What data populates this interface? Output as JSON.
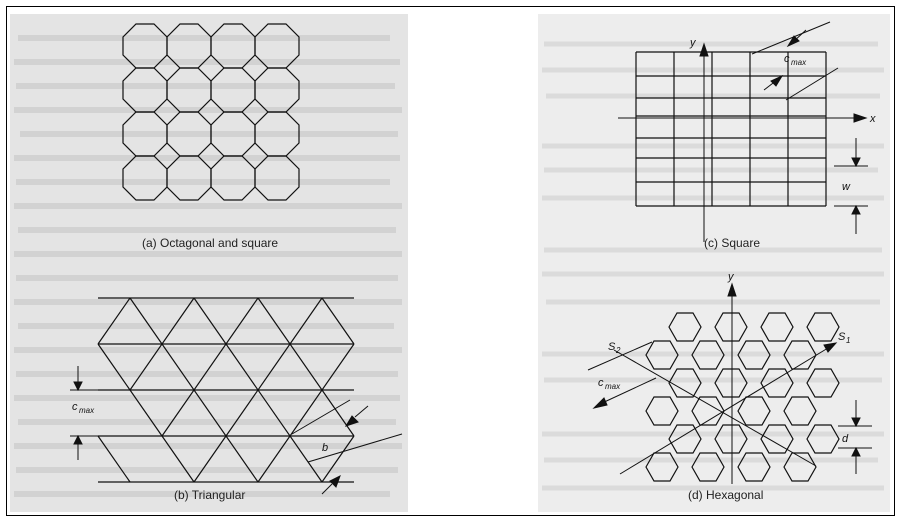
{
  "figures": {
    "octagonal": {
      "caption": "(a) Octagonal and square"
    },
    "triangular": {
      "caption": "(b) Triangular",
      "label_c": "c",
      "label_c_sub": "max",
      "label_b": "b"
    },
    "square": {
      "caption": "(c) Square",
      "label_y": "y",
      "label_x": "x",
      "label_c": "c",
      "label_c_sub": "max",
      "label_w": "w"
    },
    "hexagonal": {
      "caption": "(d) Hexagonal",
      "label_y": "y",
      "label_s1": "S",
      "label_s1_sub": "1",
      "label_s2": "S",
      "label_s2_sub": "2",
      "label_c": "c",
      "label_c_sub": "max",
      "label_d": "d"
    }
  },
  "colors": {
    "line": "#111111",
    "left_paper": "#e4e4e4",
    "right_paper": "#ededed",
    "ghost_text": "#b8b8b8"
  }
}
